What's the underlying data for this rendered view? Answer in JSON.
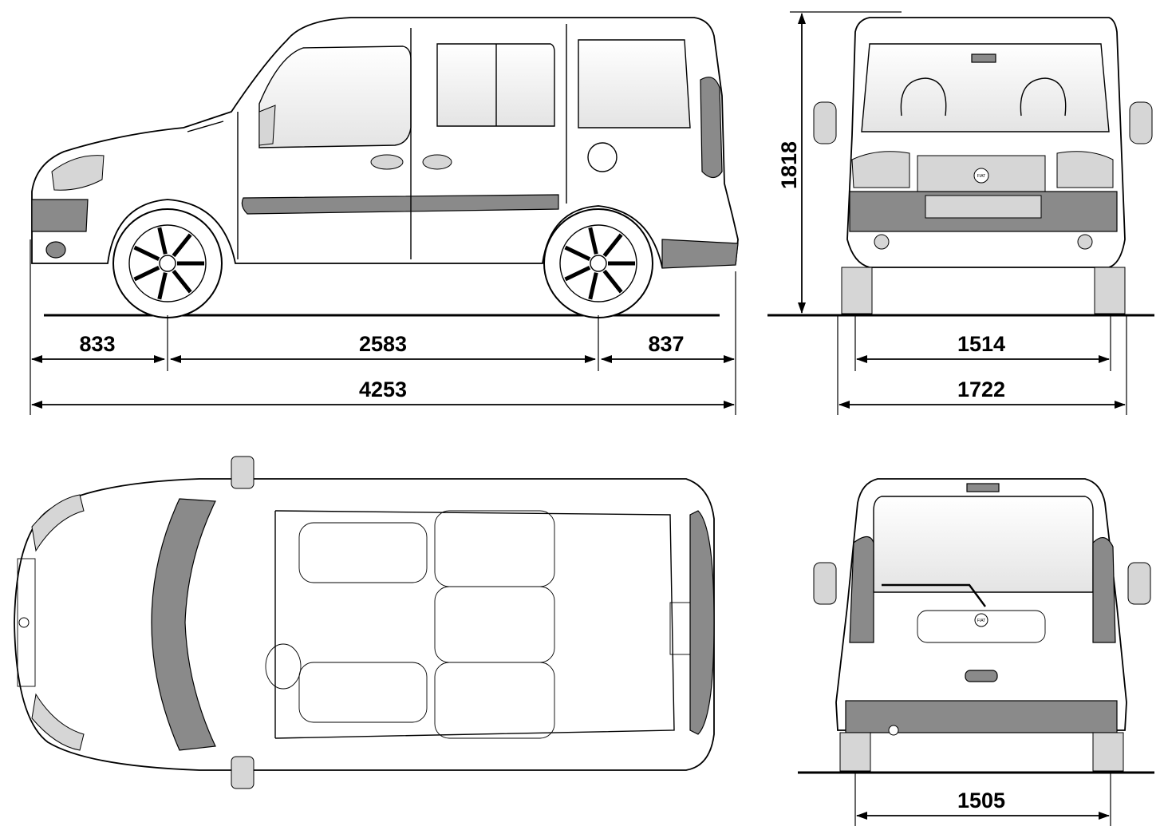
{
  "dimensions": {
    "front_overhang": "833",
    "wheelbase": "2583",
    "rear_overhang": "837",
    "overall_length": "4253",
    "height": "1818",
    "front_track": "1514",
    "overall_width": "1722",
    "rear_track": "1505"
  },
  "logo": "FIAT",
  "colors": {
    "line": "#000000",
    "shade": "#8a8a8a",
    "background": "#ffffff"
  }
}
